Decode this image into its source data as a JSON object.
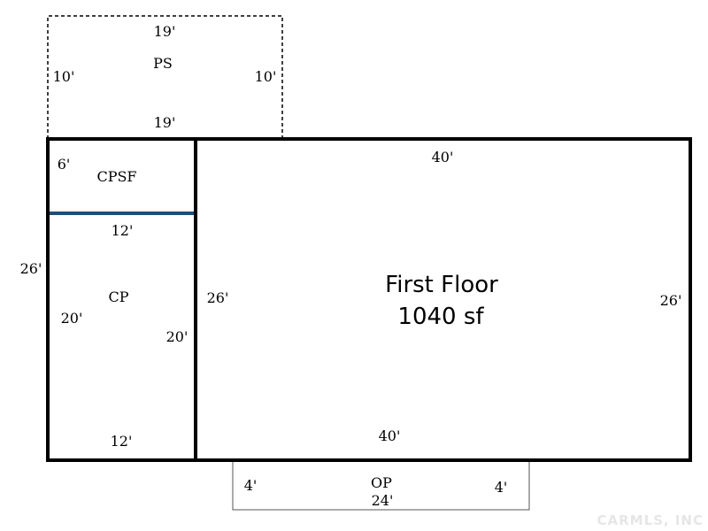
{
  "plan": {
    "main_room": {
      "title_line1": "First Floor",
      "title_line2": "1040 sf",
      "top": "40'",
      "bottom": "40'",
      "left": "26'",
      "right": "26'"
    },
    "ps": {
      "name": "PS",
      "top": "19'",
      "bottom": "19'",
      "left": "10'",
      "right": "10'"
    },
    "cpsf": {
      "name": "CPSF",
      "side": "6'"
    },
    "cp": {
      "name": "CP",
      "top": "12'",
      "bottom": "12'",
      "left": "20'",
      "right": "20'"
    },
    "overall_left": "26'",
    "op": {
      "name": "OP",
      "width": "24'",
      "left": "4'",
      "right": "4'"
    },
    "divider_color": "#1f4e79",
    "watermark": "CARMLS, INC"
  }
}
